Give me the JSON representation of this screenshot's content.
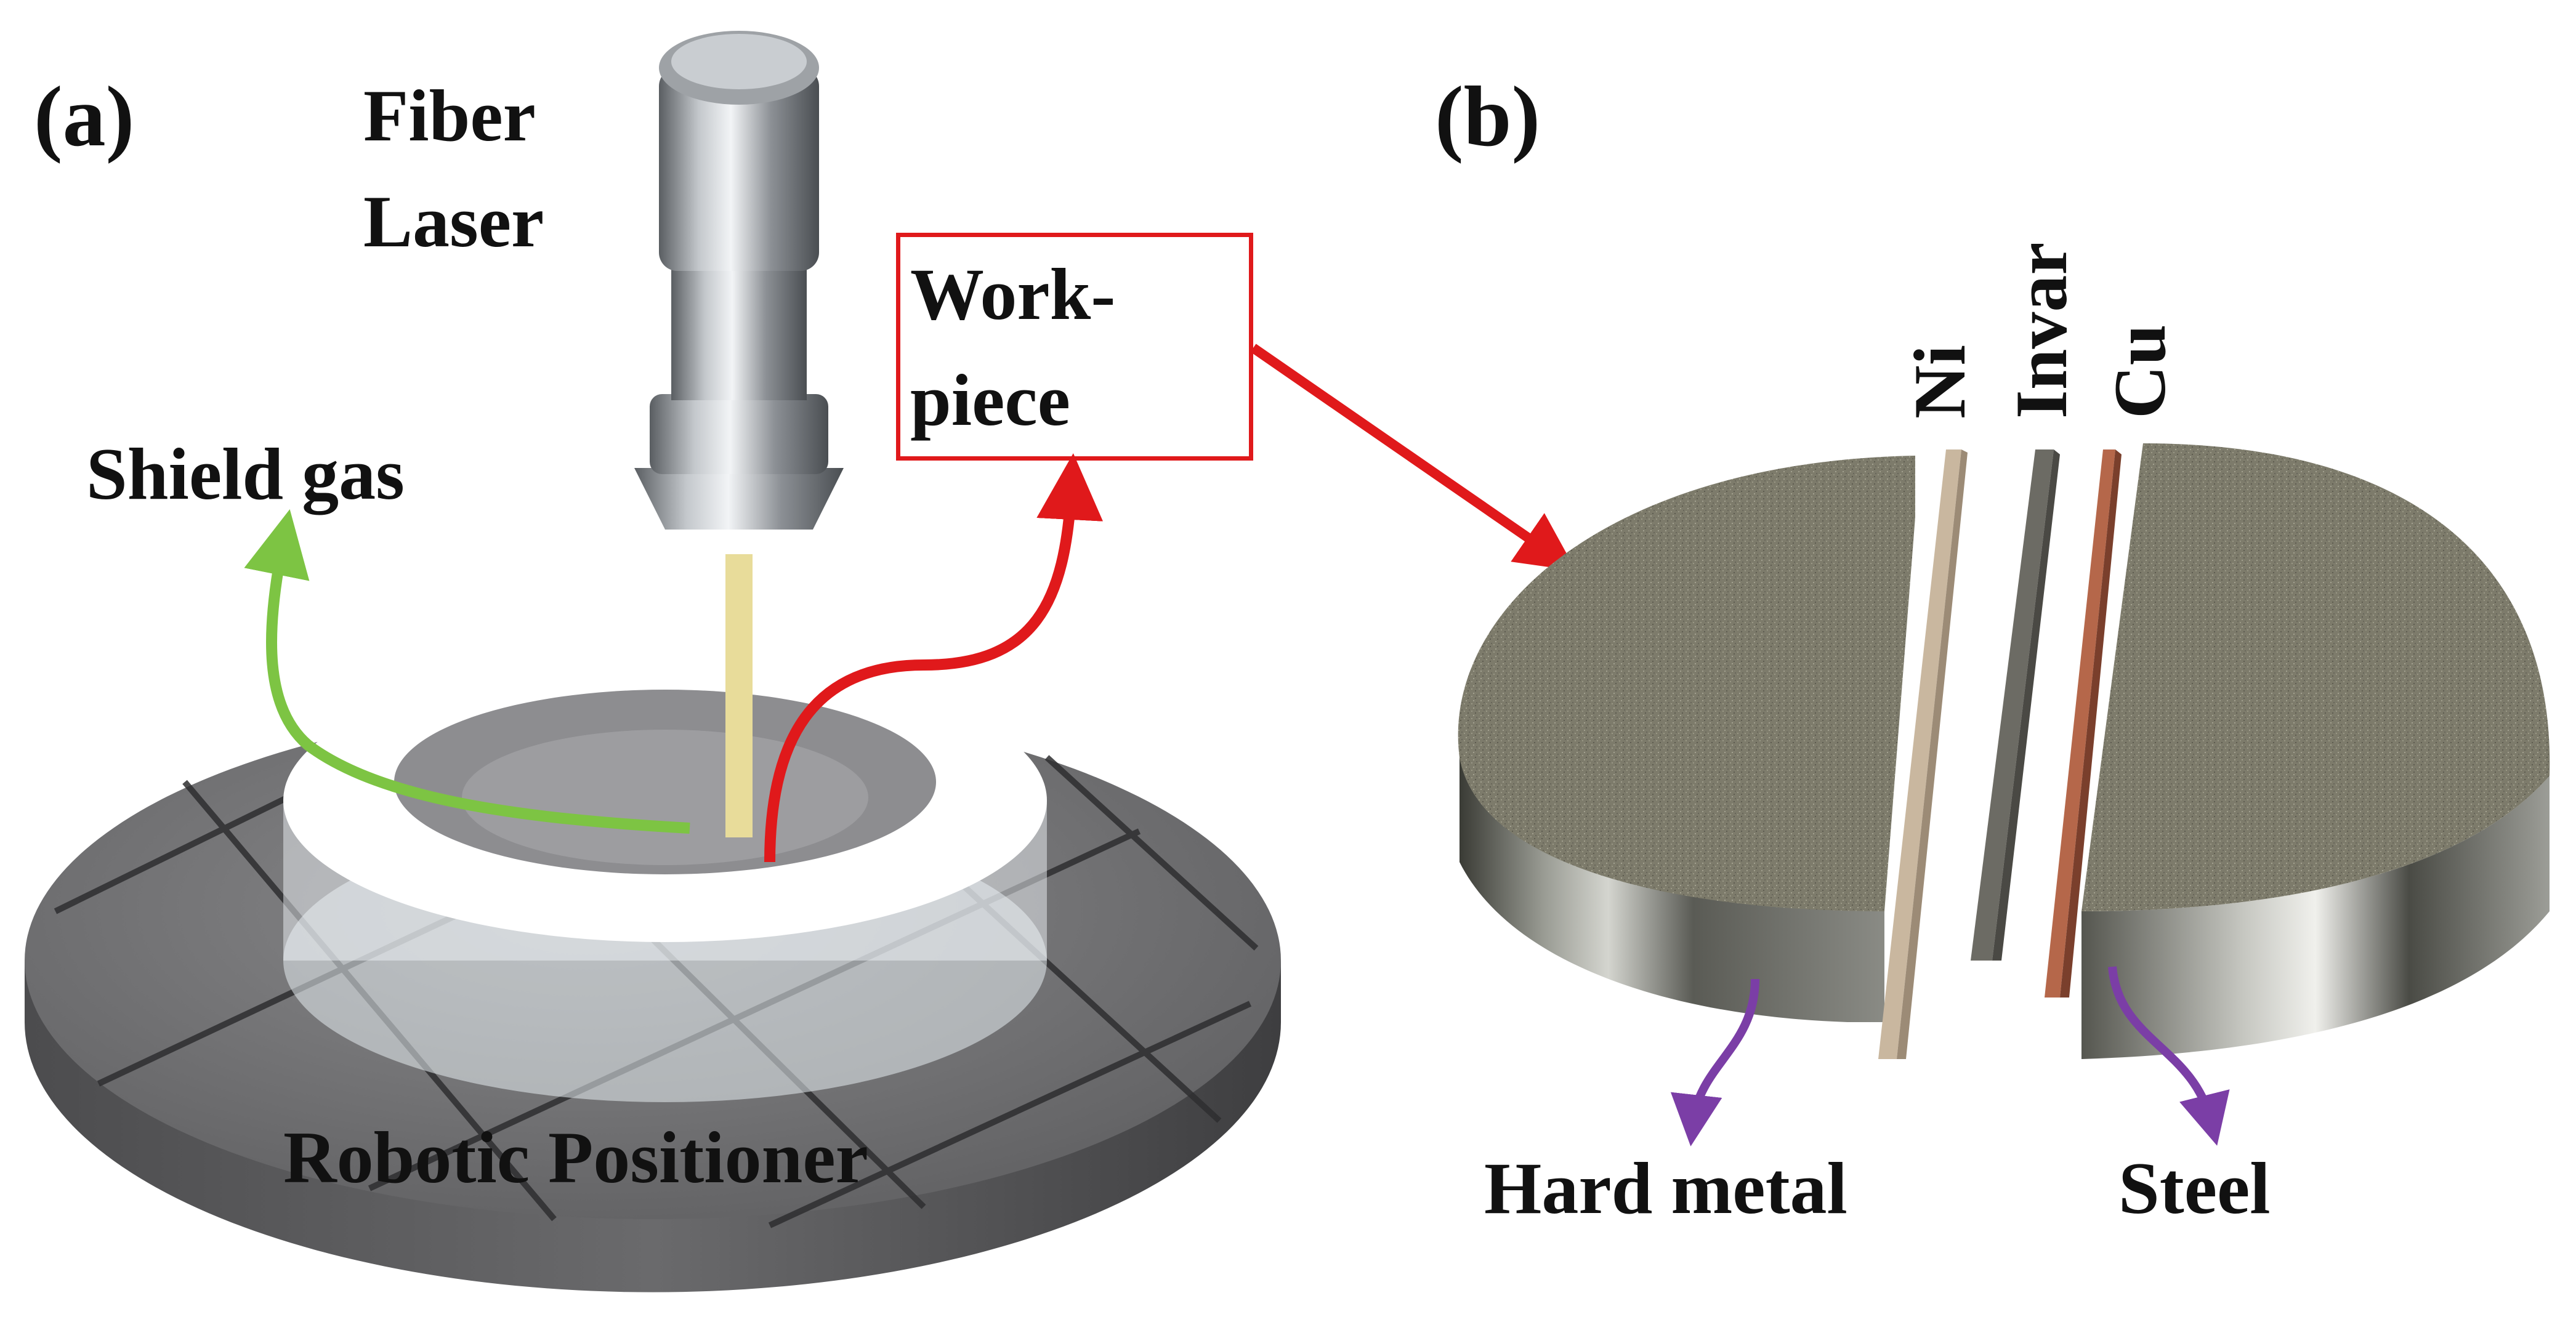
{
  "panel_a": {
    "letter": "(a)",
    "fiber_laser_line1": "Fiber",
    "fiber_laser_line2": "Laser",
    "shield_gas": "Shield gas",
    "workpiece_line1": "Work-",
    "workpiece_line2": "piece",
    "positioner": "Robotic Positioner"
  },
  "panel_b": {
    "letter": "(b)",
    "layers": [
      "Ni",
      "Invar",
      "Cu"
    ],
    "left_material": "Hard metal",
    "right_material": "Steel"
  },
  "colors": {
    "workpiece_arrow": "#e0191b",
    "shield_gas_arrow": "#7dc443",
    "material_arrows": "#7b3ea6",
    "laser_beam": "#e8dc9a",
    "tungsten_carbide": "#7c7a6a",
    "copper": "#b5674a"
  }
}
